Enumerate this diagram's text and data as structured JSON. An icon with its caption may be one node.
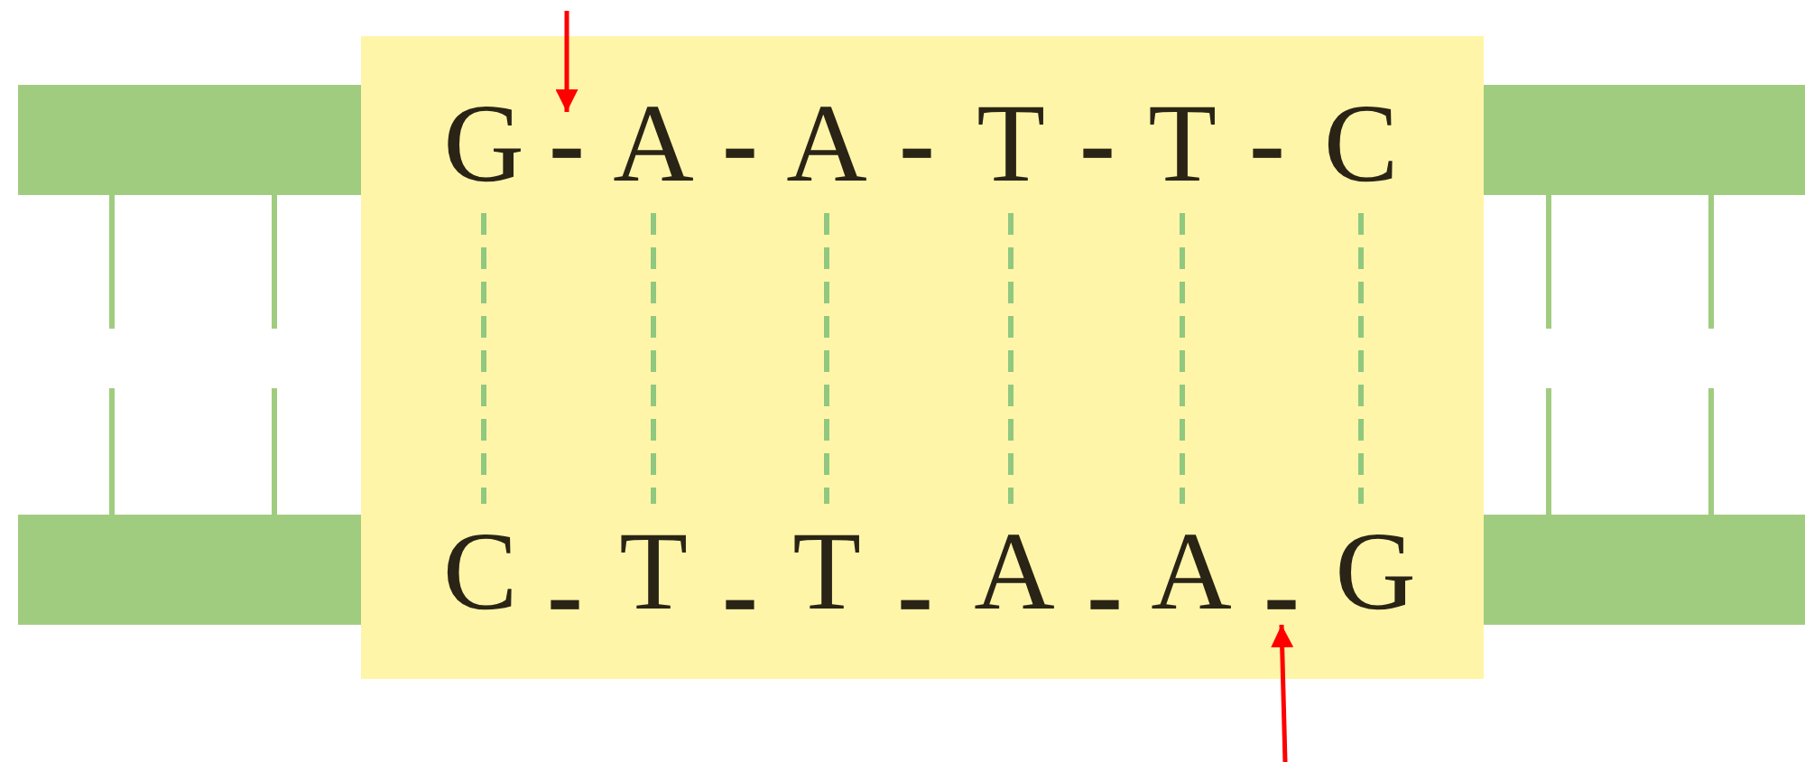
{
  "diagram": {
    "nodes": [
      {
        "text": [],
        "shape": "box"
      },
      {
        "text": [
          "G"
        ],
        "in": 0
      },
      {
        "text": [
          "-"
        ],
        "in": 0
      },
      {
        "text": [
          "A"
        ],
        "in": 0
      },
      {
        "text": [
          "-"
        ],
        "in": 0
      },
      {
        "text": [
          "A"
        ],
        "in": 0
      },
      {
        "text": [
          "-"
        ],
        "in": 0
      },
      {
        "text": [
          "T"
        ],
        "in": 0
      },
      {
        "text": [
          "-"
        ],
        "in": 0
      },
      {
        "text": [
          "T"
        ],
        "in": 0
      },
      {
        "text": [
          "-"
        ],
        "in": 0
      },
      {
        "text": [
          "C"
        ],
        "in": 0
      },
      {
        "text": [
          "C"
        ],
        "in": 0
      },
      {
        "text": [
          "-"
        ],
        "in": 0
      },
      {
        "text": [
          "T"
        ],
        "in": 0
      },
      {
        "text": [
          "-"
        ],
        "in": 0
      },
      {
        "text": [
          "T"
        ],
        "in": 0
      },
      {
        "text": [
          "-"
        ],
        "in": 0
      },
      {
        "text": [
          "A"
        ],
        "in": 0
      },
      {
        "text": [
          "-"
        ],
        "in": 0
      },
      {
        "text": [
          "A"
        ],
        "in": 0
      },
      {
        "text": [
          "-"
        ],
        "in": 0
      },
      {
        "text": [
          "G"
        ],
        "in": 0
      }
    ],
    "edges": [
      {
        "from": 1,
        "to": 12,
        "arrow": "none",
        "style": "dashed"
      },
      {
        "from": 3,
        "to": 14,
        "arrow": "none",
        "style": "dashed"
      },
      {
        "from": 5,
        "to": 16,
        "arrow": "none",
        "style": "dashed"
      },
      {
        "from": 7,
        "to": 18,
        "arrow": "none",
        "style": "dashed"
      },
      {
        "from": 9,
        "to": 20,
        "arrow": "none",
        "style": "dashed"
      },
      {
        "from": 11,
        "to": 22,
        "arrow": "none",
        "style": "dashed"
      },
      {
        "from": null,
        "to": 2,
        "arrow": "to",
        "color": "#ff0000"
      },
      {
        "from": null,
        "to": 21,
        "arrow": "to",
        "color": "#ff0000"
      }
    ]
  }
}
